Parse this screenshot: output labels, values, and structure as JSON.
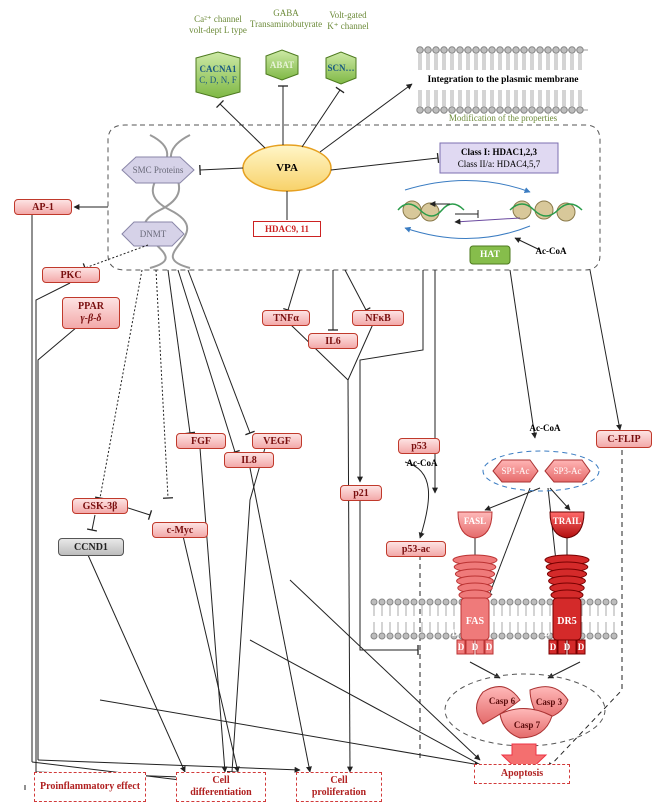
{
  "channels": [
    {
      "caption": "Ca²⁺ channel\nvolt-dept L type",
      "name": "CACNA1",
      "sub": "C, D, N, F"
    },
    {
      "caption": "GABA\nTransaminobutyrate",
      "name": "ABAT",
      "sub": ""
    },
    {
      "caption": "Volt-gated\nK⁺ channel",
      "name": "SCN…",
      "sub": ""
    }
  ],
  "membrane": {
    "title": "Integration to the plasmic membrane",
    "subtitle": "Modification of the properties"
  },
  "vpa": "VPA",
  "smc": "SMC Proteins",
  "dnmt": "DNMT",
  "hdac_911": "HDAC9, 11",
  "hdac_class_1": "Class I: HDAC1,2,3",
  "hdac_class_2": "Class II/a: HDAC4,5,7",
  "hat": "HAT",
  "acoa": "Ac-CoA",
  "nodes": {
    "ap1": "AP-1",
    "pkc": "PKC",
    "ppar": "PPAR",
    "ppar_sub": "γ-β-δ",
    "tnfa": "TNFα",
    "il6": "IL6",
    "nfkb": "NFκB",
    "fgf": "FGF",
    "il8": "IL8",
    "vegf": "VEGF",
    "gsk3b": "GSK-3β",
    "ccnd1": "CCND1",
    "cmyc": "c-Myc",
    "p53": "p53",
    "p21": "p21",
    "p53ac": "p53-ac",
    "cflip": "C-FLIP"
  },
  "sp": [
    "SP1-Ac",
    "SP3-Ac"
  ],
  "fasl": "FASL",
  "trail": "TRAIL",
  "fas": "FAS",
  "dr5": "DR5",
  "death_domain": "D",
  "caspases": [
    "Casp 6",
    "Casp 3",
    "Casp 7"
  ],
  "outcomes": {
    "proinflammatory": "Proinflammatory effect",
    "differentiation": "Cell differentiation",
    "proliferation": "Cell proliferation",
    "apoptosis": "Apoptosis"
  },
  "colors": {
    "pink_border": "#c0392b",
    "green": "#78b33e",
    "lavender": "#d9d2ef",
    "vpa_fill": "#fbe39a",
    "red_receptor": "#d21f1f"
  }
}
